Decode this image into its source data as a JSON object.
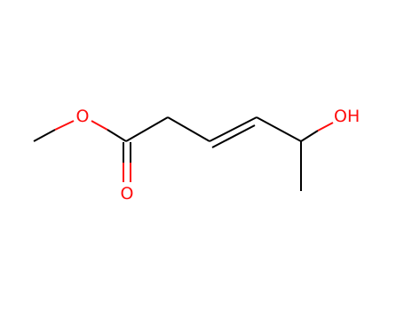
{
  "molecule": {
    "colors": {
      "carbon_bond": "#000000",
      "oxygen": "#ff0d0d"
    },
    "atom_labels": {
      "ester_oxygen": "O",
      "carbonyl_oxygen": "O",
      "hydroxyl": "OH"
    }
  }
}
